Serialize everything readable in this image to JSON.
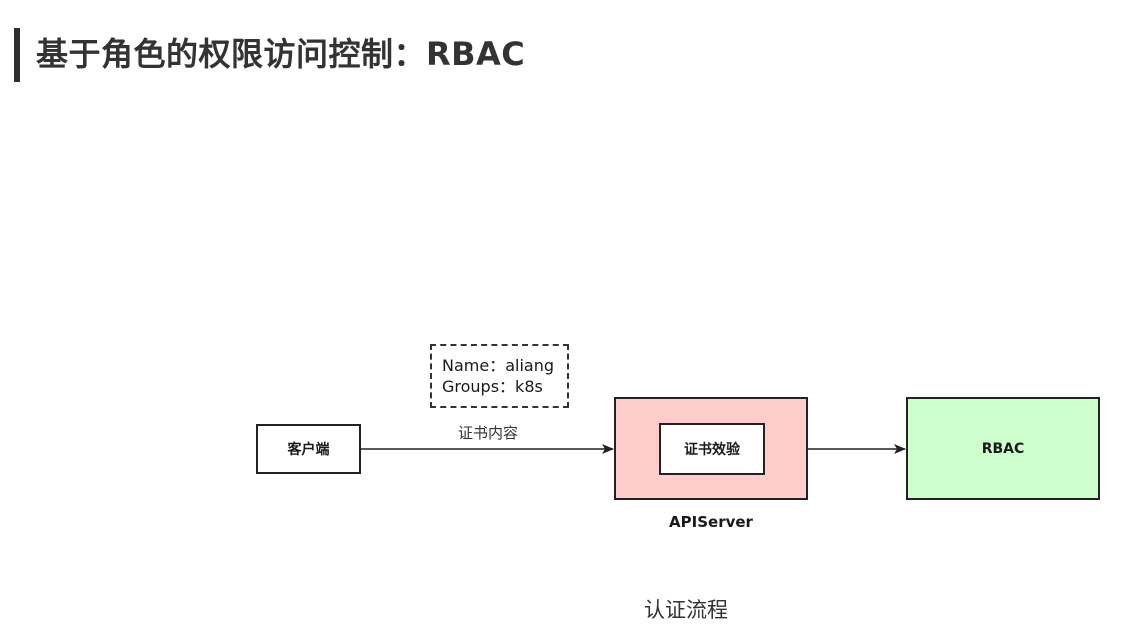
{
  "slide": {
    "title": "基于角色的权限访问控制：RBAC"
  },
  "diagram": {
    "client_label": "客户端",
    "edge_label": "证书内容",
    "note_line1": "Name：aliang",
    "note_line2": "Groups：k8s",
    "verify_label": "证书效验",
    "apiserver_label": "APIServer",
    "rbac_label": "RBAC",
    "caption": "认证流程",
    "colors": {
      "apiserver_fill": "#ffcccc",
      "rbac_fill": "#ccffcc"
    }
  }
}
